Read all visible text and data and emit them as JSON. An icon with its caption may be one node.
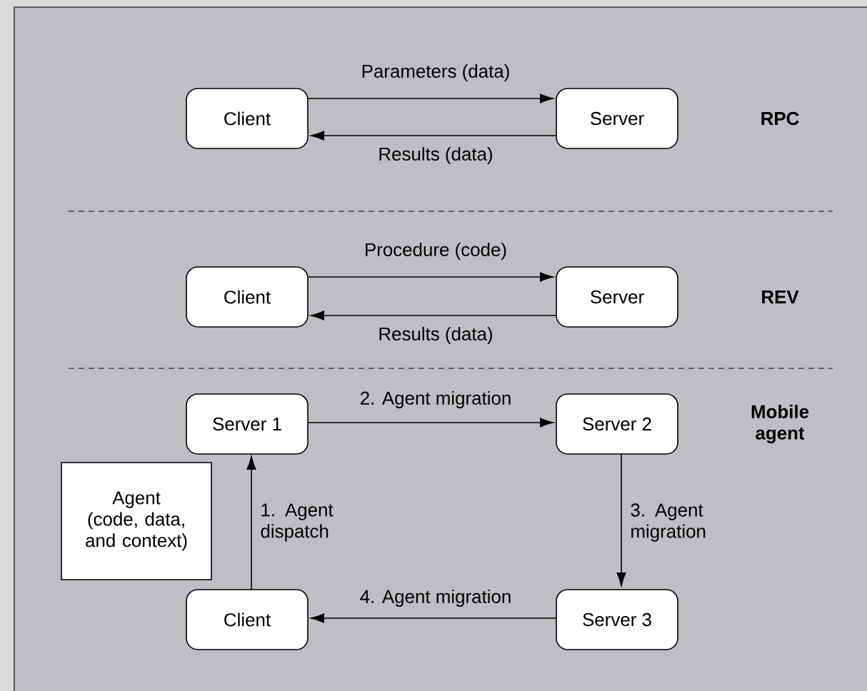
{
  "diagram": {
    "nodes": [
      {
        "text": [
          "Client"
        ]
      },
      {
        "text": [
          "Server"
        ]
      },
      {
        "text": [
          "Client"
        ]
      },
      {
        "text": [
          "Server"
        ]
      },
      {
        "text": [
          "Server 1"
        ]
      },
      {
        "text": [
          "Server 2"
        ]
      },
      {
        "text": [
          "Client"
        ]
      },
      {
        "text": [
          "Server 3"
        ]
      },
      {
        "text": [
          "Agent (code, data, and context)"
        ]
      }
    ],
    "edges": [
      {
        "from": 0,
        "to": 1,
        "arrow": "to",
        "label": "Parameters (data)"
      },
      {
        "from": 1,
        "to": 0,
        "arrow": "to",
        "label": "Results (data)"
      },
      {
        "from": 2,
        "to": 3,
        "arrow": "to",
        "label": "Procedure (code)"
      },
      {
        "from": 3,
        "to": 2,
        "arrow": "to",
        "label": "Results (data)"
      },
      {
        "from": 6,
        "to": 4,
        "arrow": "to",
        "label": "1. Agent dispatch"
      },
      {
        "from": 4,
        "to": 5,
        "arrow": "to",
        "label": "2. Agent migration"
      },
      {
        "from": 5,
        "to": 7,
        "arrow": "to",
        "label": "3. Agent migration"
      },
      {
        "from": 7,
        "to": 6,
        "arrow": "to",
        "label": "4. Agent migration"
      }
    ],
    "labels": [
      "RPC",
      "REV",
      "Mobile agent"
    ]
  }
}
